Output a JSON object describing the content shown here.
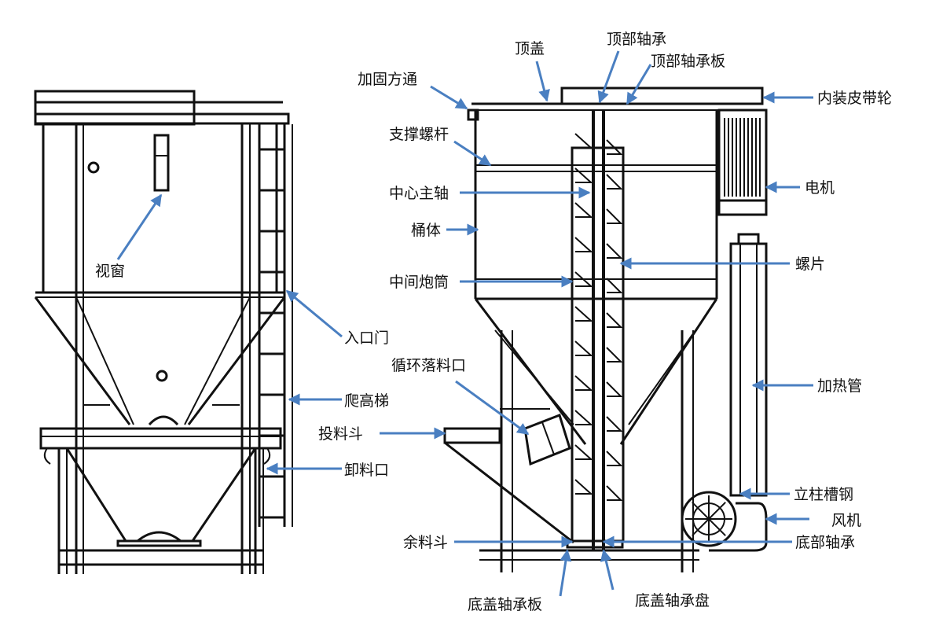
{
  "accent_color": "#4a7fc1",
  "line_color": "#111111",
  "labels": {
    "view_window": "视窗",
    "inlet_door": "入口门",
    "ladder": "爬高梯",
    "discharge": "卸料口",
    "top_cover": "顶盖",
    "top_bearing": "顶部轴承",
    "top_bearing_plate": "顶部轴承板",
    "reinforce_tube": "加固方通",
    "inner_pulley": "内装皮带轮",
    "support_screw": "支撑螺杆",
    "center_shaft": "中心主轴",
    "motor": "电机",
    "barrel": "桶体",
    "middle_tube": "中间炮筒",
    "blade": "螺片",
    "loop_outlet": "循环落料口",
    "heating_tube": "加热管",
    "hopper": "投料斗",
    "column_steel": "立柱槽钢",
    "fan": "风机",
    "residue_hopper": "余料斗",
    "bottom_bearing": "底部轴承",
    "bottom_cover_plate": "底盖轴承板",
    "bottom_cover_disc": "底盖轴承盘"
  }
}
